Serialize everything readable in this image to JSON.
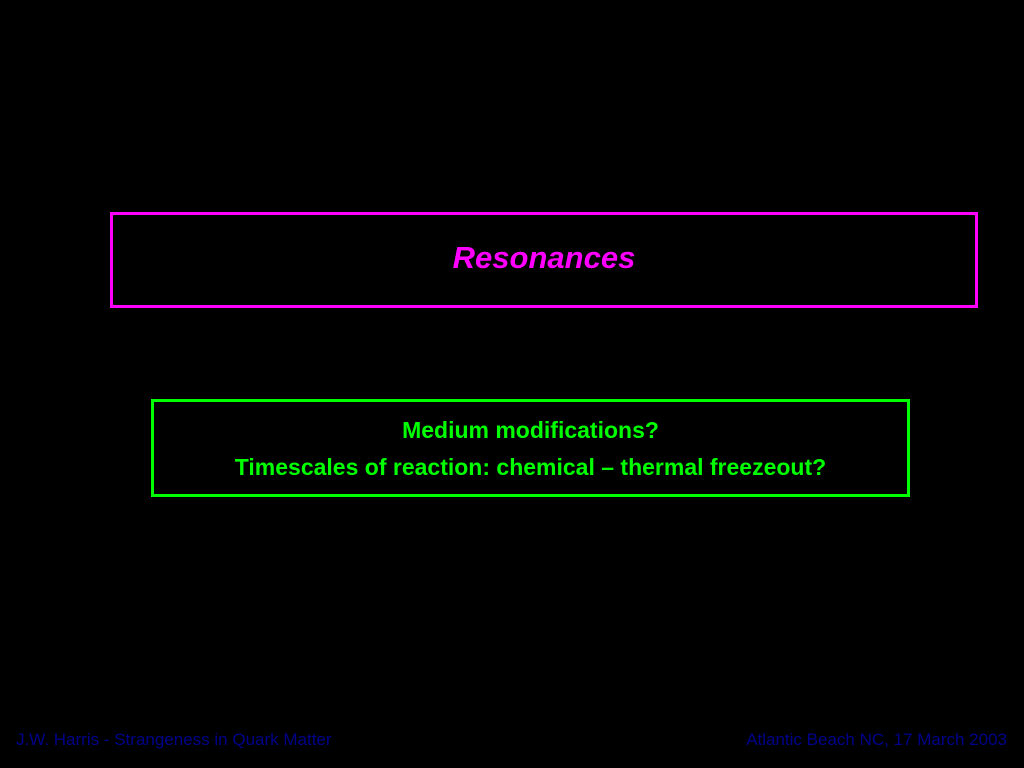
{
  "slide": {
    "title": "Resonances",
    "lines": [
      "Medium modifications?",
      "Timescales of reaction: chemical – thermal freezeout?"
    ]
  },
  "footer": {
    "left": "J.W. Harris - Strangeness in Quark Matter",
    "right": "Atlantic Beach NC, 17 March 2003"
  },
  "colors": {
    "background": "#000000",
    "title": "#ff00ff",
    "body": "#00ff00",
    "footer": "#00008b"
  }
}
